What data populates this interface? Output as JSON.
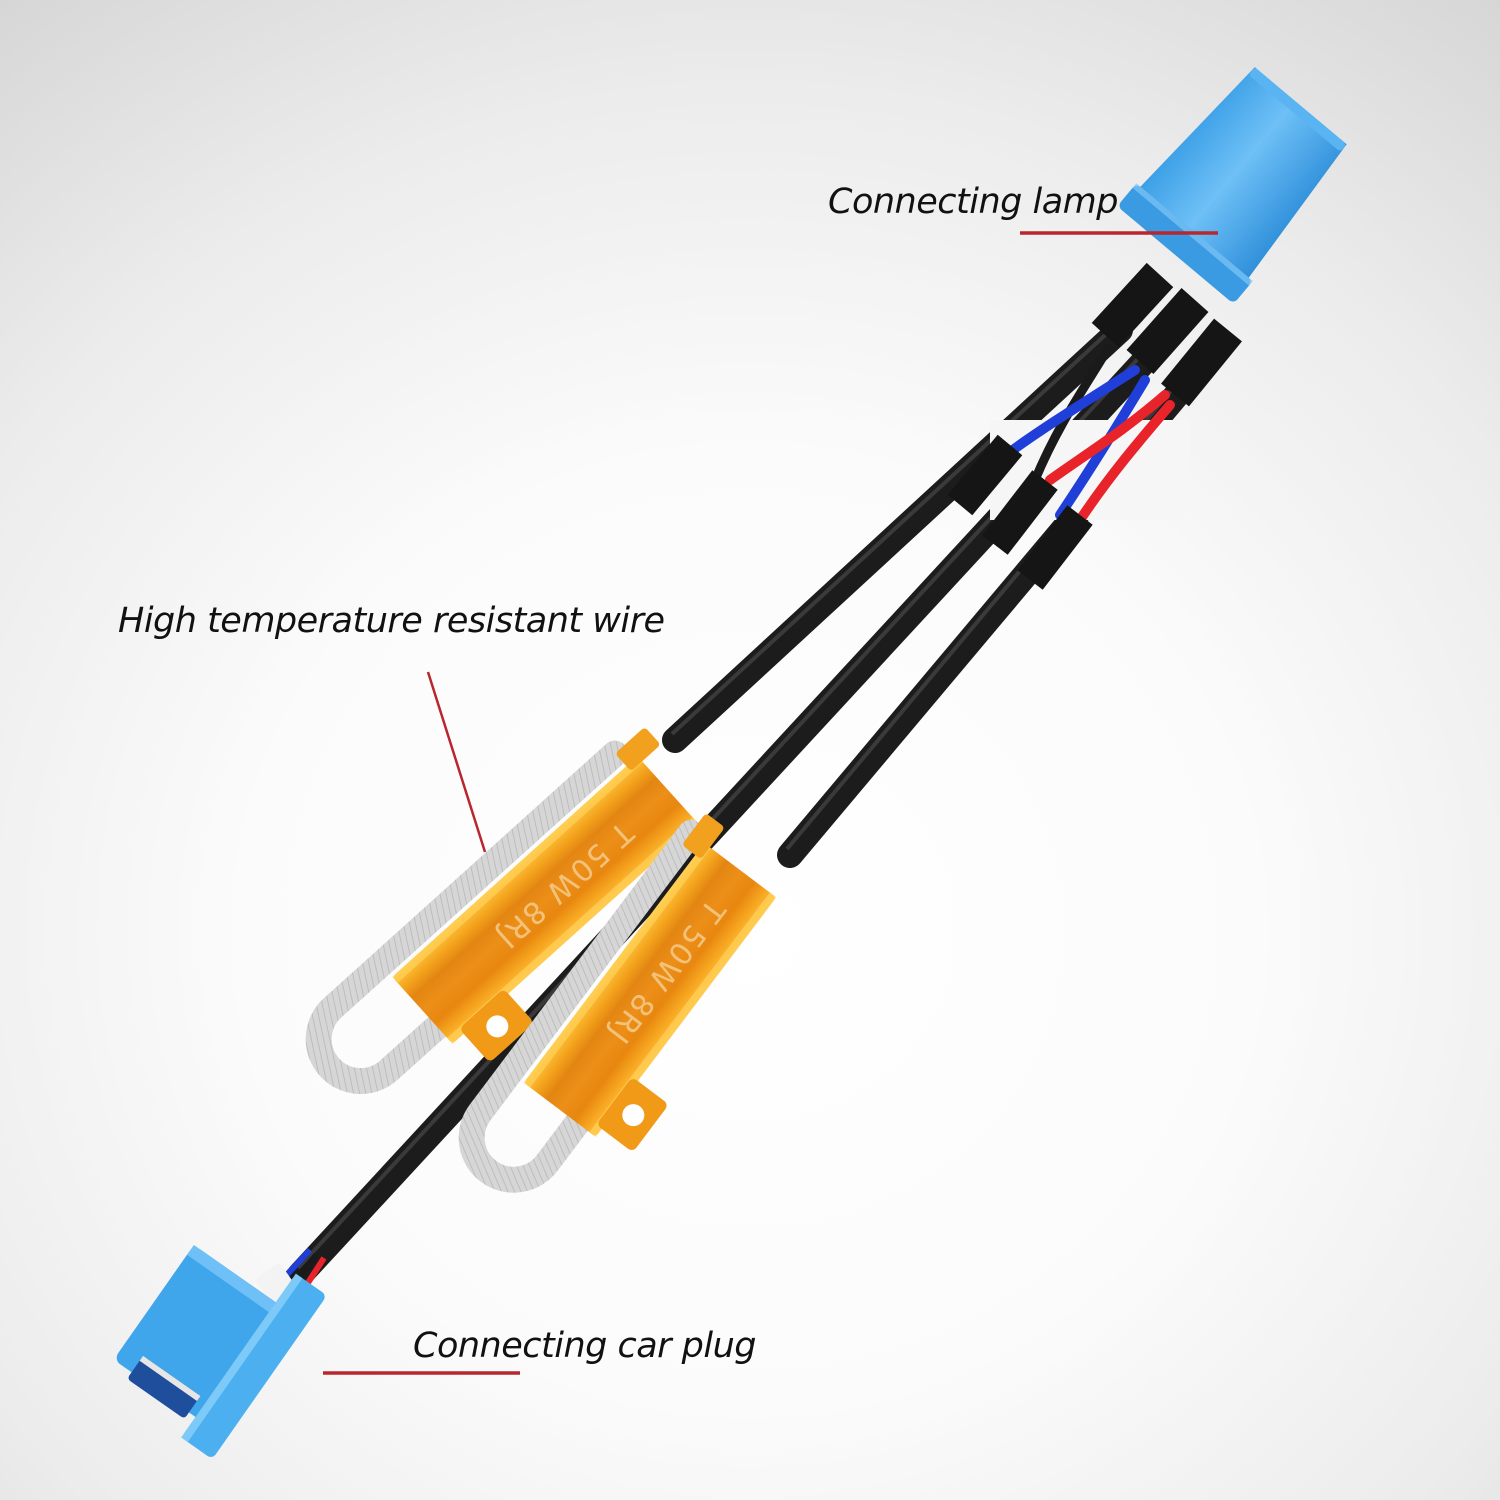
{
  "callouts": {
    "lamp": {
      "label": "Connecting lamp"
    },
    "wire": {
      "label": "High temperature resistant wire"
    },
    "plug": {
      "label": "Connecting car plug"
    }
  },
  "resistors": [
    {
      "marking": "T 50W 8RJ"
    },
    {
      "marking": "T 50W 8RJ"
    }
  ],
  "colors": {
    "connector_blue": "#3fa6ec",
    "cable_black": "#1d1d1d",
    "wire_blue": "#1f3fd8",
    "wire_red": "#e8232a",
    "resistor_gold": "#f0a020",
    "leader_line_red": "#b8262e",
    "background": "#ececec"
  }
}
